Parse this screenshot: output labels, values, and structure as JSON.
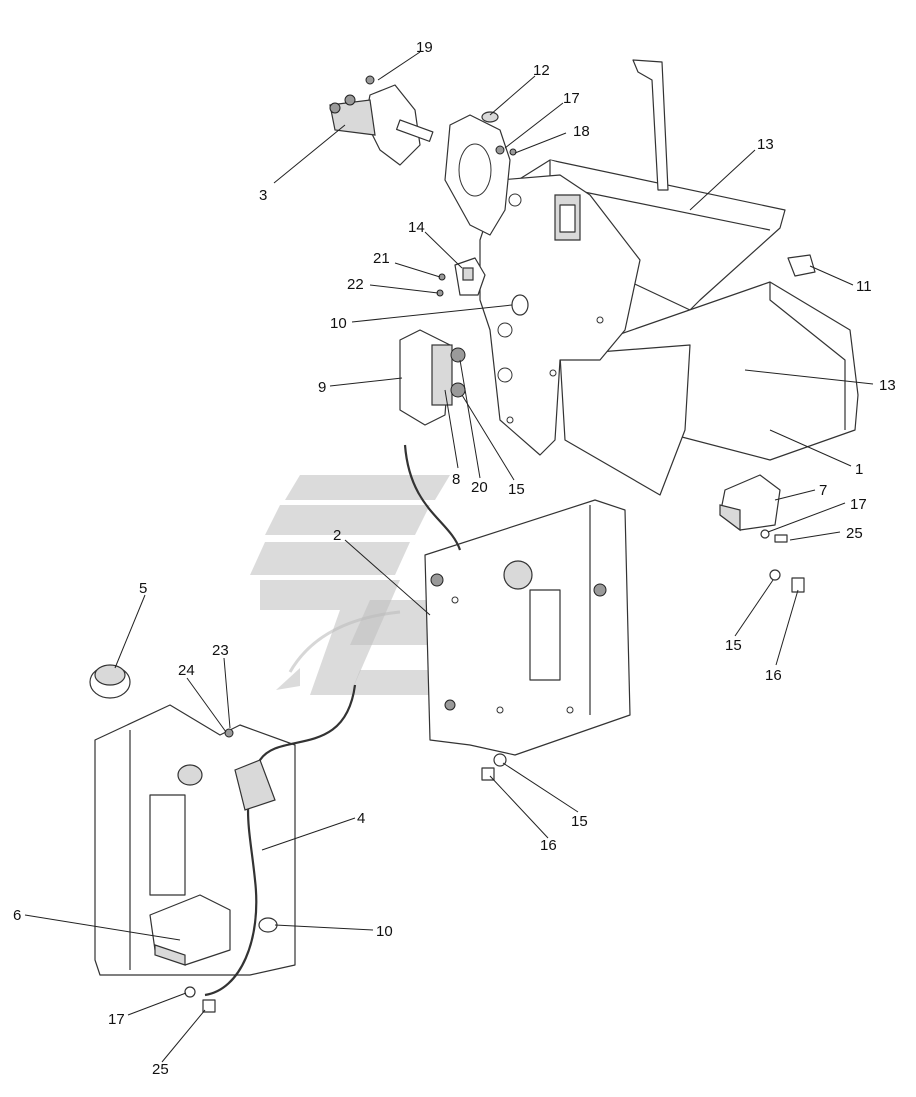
{
  "callouts": [
    {
      "id": "c19",
      "label": "19"
    },
    {
      "id": "c12",
      "label": "12"
    },
    {
      "id": "c17a",
      "label": "17"
    },
    {
      "id": "c18",
      "label": "18"
    },
    {
      "id": "c3",
      "label": "3"
    },
    {
      "id": "c13a",
      "label": "13"
    },
    {
      "id": "c14",
      "label": "14"
    },
    {
      "id": "c21",
      "label": "21"
    },
    {
      "id": "c22",
      "label": "22"
    },
    {
      "id": "c11",
      "label": "11"
    },
    {
      "id": "c10a",
      "label": "10"
    },
    {
      "id": "c9",
      "label": "9"
    },
    {
      "id": "c13b",
      "label": "13"
    },
    {
      "id": "c8",
      "label": "8"
    },
    {
      "id": "c20",
      "label": "20"
    },
    {
      "id": "c15a",
      "label": "15"
    },
    {
      "id": "c1",
      "label": "1"
    },
    {
      "id": "c7",
      "label": "7"
    },
    {
      "id": "c17b",
      "label": "17"
    },
    {
      "id": "c25a",
      "label": "25"
    },
    {
      "id": "c2",
      "label": "2"
    },
    {
      "id": "c5",
      "label": "5"
    },
    {
      "id": "c15b",
      "label": "15"
    },
    {
      "id": "c16a",
      "label": "16"
    },
    {
      "id": "c23",
      "label": "23"
    },
    {
      "id": "c24",
      "label": "24"
    },
    {
      "id": "c4",
      "label": "4"
    },
    {
      "id": "c15c",
      "label": "15"
    },
    {
      "id": "c16b",
      "label": "16"
    },
    {
      "id": "c6",
      "label": "6"
    },
    {
      "id": "c10b",
      "label": "10"
    },
    {
      "id": "c17c",
      "label": "17"
    },
    {
      "id": "c25b",
      "label": "25"
    }
  ],
  "colors": {
    "line": "#333333",
    "watermark": "#bdbdbd",
    "background": "#ffffff"
  }
}
